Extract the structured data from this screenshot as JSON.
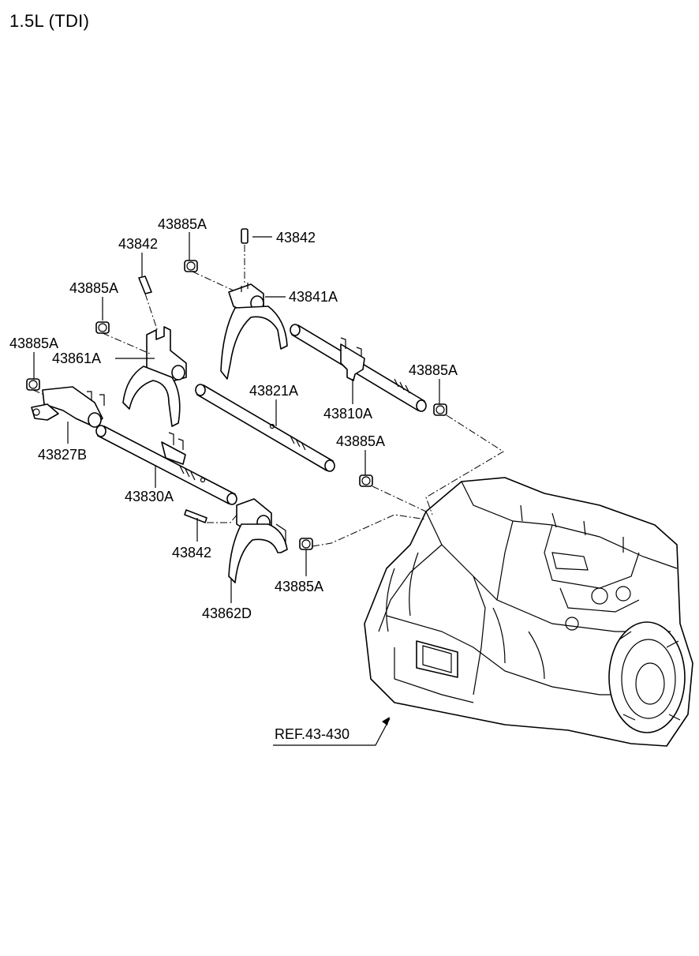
{
  "title": "1.5L (TDI)",
  "callouts": {
    "c1": "43885A",
    "c2": "43842",
    "c3": "43842",
    "c4": "43885A",
    "c5": "43841A",
    "c6": "43885A",
    "c7": "43861A",
    "c8": "43821A",
    "c9": "43885A",
    "c10": "43810A",
    "c11": "43827B",
    "c12": "43885A",
    "c13": "43830A",
    "c14": "43842",
    "c15": "43885A",
    "c16": "43862D",
    "ref": "REF.43-430"
  }
}
